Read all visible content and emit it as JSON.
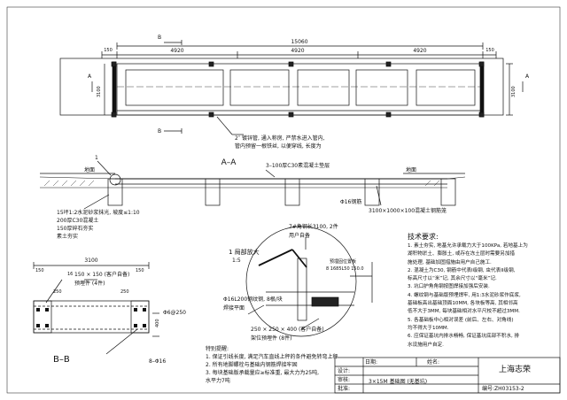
{
  "plan": {
    "dim_total": "15060",
    "dim_left_edge": "150",
    "dim_right_edge": "150",
    "dim_spans": [
      "4920",
      "4920",
      "4920"
    ],
    "dim_height": "3100",
    "section_marks": [
      "B",
      "B",
      "A",
      "A"
    ],
    "pipe_note_lines": [
      "2″ 镀锌管, 通入称房, 严禁水进入管内,",
      "管内预留一根铁丝, 以便穿线, 长度为"
    ]
  },
  "section_aa": {
    "title": "A–A",
    "concrete_note": "3–100厚C30素混凝土垫层",
    "ground_left": "地面",
    "ground_right": "地面",
    "marker_1": "1",
    "rebar_note": "Φ16钢筋",
    "left_notes": [
      "15坪1:2水泥砂浆抹光, 坡度≤1:10",
      "200厚C30混凝土",
      "150厚碎石夯实",
      "素土夯实"
    ],
    "right_note": "3100×1000×100混凝土钢筋笼"
  },
  "detail1": {
    "top_label_1": "7#角钢长3100, 2件",
    "top_label_2": "用户自备",
    "title": "1  局部放大",
    "scale": "1:5",
    "plate_label_1": "预埋固位置板",
    "plate_label_2": "8 1685L50 150.0",
    "rebar_label_1": "Φ16L200钢纹钢, 8根/块",
    "rebar_label_2": "焊接平面",
    "bottom_label_1": "250 × 250 × 400 (客户自备)",
    "bottom_label_2": "架位预埋件 (8件)"
  },
  "section_bb": {
    "title": "B–B",
    "dim_top": "3100",
    "dim_small": [
      "150",
      "250",
      "250",
      "150"
    ],
    "dim_height": "400",
    "label_1": "150 × 150 (客户自备)",
    "label_2": "预埋件 (4件)",
    "label_bar": "Φ6@250",
    "label_rebar": "8–Φ16",
    "marker_16": "16"
  },
  "special_notes": {
    "title": "特别提醒:",
    "lines": [
      "1. 保证引线长度, 满足汽车直线上秤的条件避免转弯上秤",
      "2. 所有地脚螺栓与基础内钢筋焊接牢固",
      "3. 每块基础版承载量应≥标准重, 最大力为25吨,",
      "水平力7吨"
    ]
  },
  "tech_requirements": {
    "title": "技术要求:",
    "lines": [
      "1. 素土夯实, 地基允许承载力大于100KPa, 若地基上为",
      "湖积物淤土、膨胀土, 或存在冻土层时需要另加措",
      "施处理, 基础加固措施由用户自己施工.",
      "2. 混凝土为C30, 钢筋中代表I级钢, 虫代表II级钢,",
      "标高尺寸以“米”记, 其余尺寸以“毫米”记.",
      "3. 坑口护角角钢按图焊接加强后安装.",
      "4. 螺纹钢与基础版预埋焊牢, 用1:3水泥砂浆作底浆,",
      "基础板高出基础顶面10MM, 各块板等高, 其相邻高",
      "低不大于3MM, 每块基础相对水平尺校不超过3MM.",
      "5. 各基础板中心相对误差 (前后、左右、对角线)",
      "均不得大于10MM.",
      "6. 应保证基坑内排水畅畅, 保证基坑底部不积水, 排",
      "水设施用户自定."
    ]
  },
  "title_block": {
    "date_label": "日期:",
    "name_label": "姓名:",
    "design_label": "设计:",
    "review_label": "审核:",
    "approve_label": "批准:",
    "drawing_title": "3×15M  基础图 (无基坑)",
    "company": "上海志荣",
    "number": "编号:ZH03153-2"
  }
}
